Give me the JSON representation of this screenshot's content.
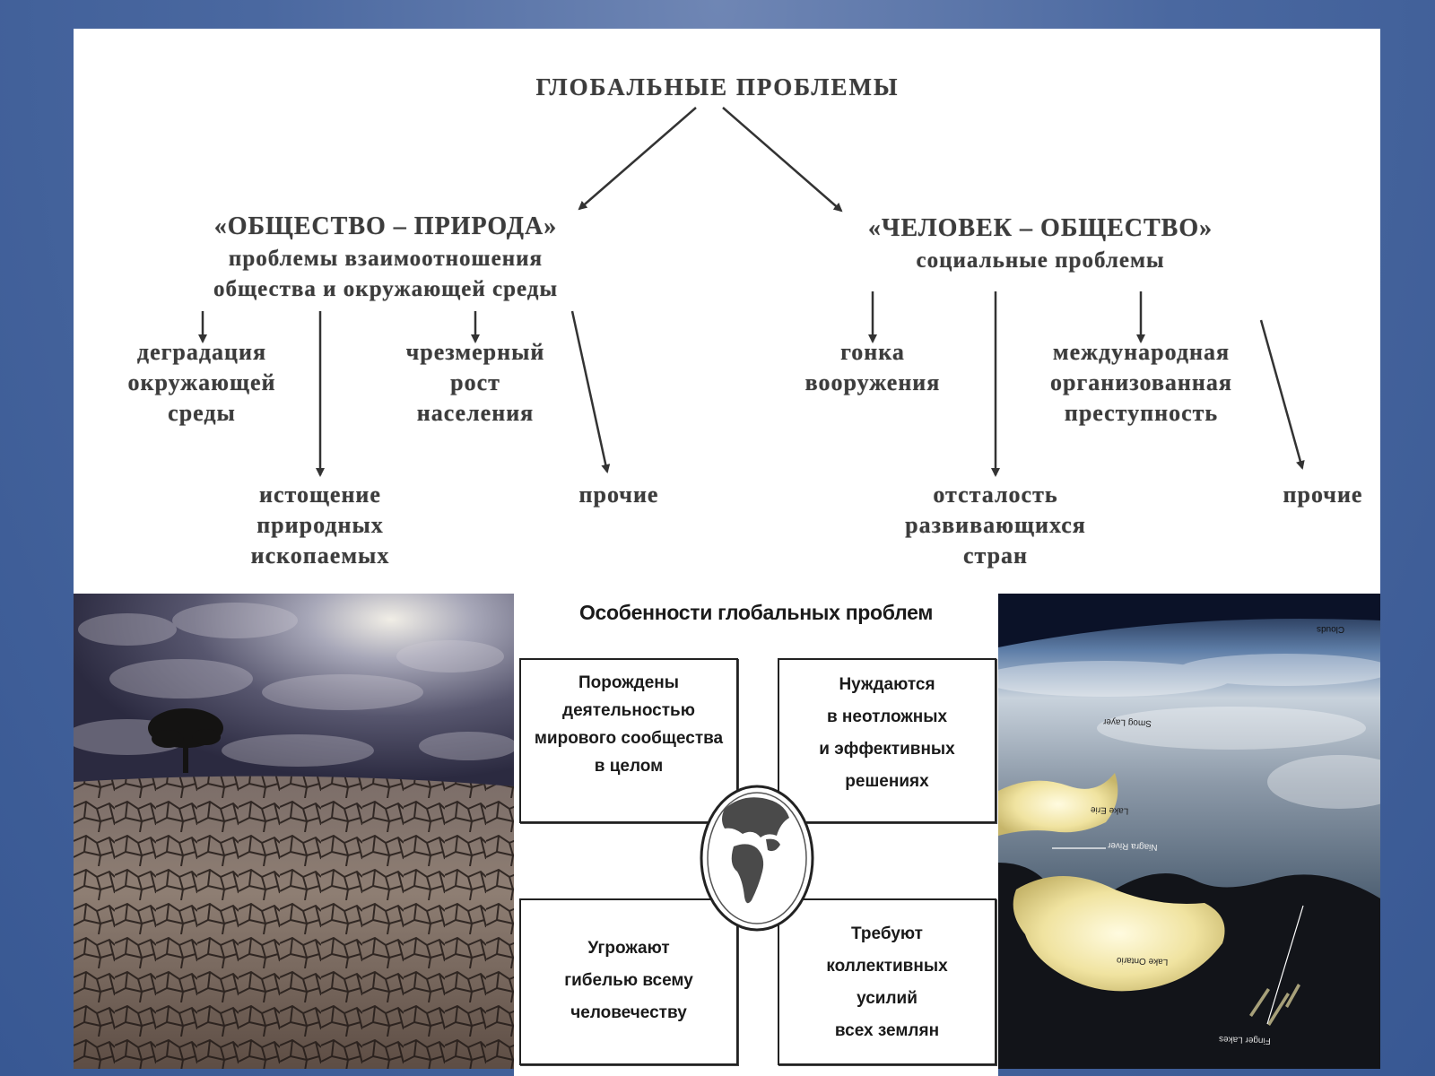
{
  "scheme": {
    "title": "ГЛОБАЛЬНЫЕ ПРОБЛЕМЫ",
    "left_branch": {
      "heading": "«ОБЩЕСТВО – ПРИРОДА»",
      "subtitle_line1": "проблемы взаимоотношения",
      "subtitle_line2": "общества и окружающей среды",
      "items": [
        "деградация\nокружающей\nсреды",
        "истощение\nприродных\nископаемых",
        "чрезмерный\nрост\nнаселения",
        "прочие"
      ]
    },
    "right_branch": {
      "heading": "«ЧЕЛОВЕК – ОБЩЕСТВО»",
      "subtitle": "социальные проблемы",
      "items": [
        "гонка\nвооружения",
        "отсталость\nразвивающихся\nстран",
        "международная\nорганизованная\nпреступность",
        "прочие"
      ]
    }
  },
  "features": {
    "title": "Особенности глобальных проблем",
    "boxes": [
      "Порождены\nдеятельностью\nмирового сообщества\nв целом",
      "Нуждаются\nв неотложных\nи эффективных\nрешениях",
      "Угрожают\nгибелью всему\nчеловечеству",
      "Требуют\nколлективных\nусилий\nвсех землян"
    ]
  },
  "satellite_labels": {
    "clouds": "Clouds",
    "smog": "Smog Layer",
    "erie": "Lake Erie",
    "niagara": "Niagra River",
    "ontario": "Lake Ontario",
    "finger": "Finger Lakes"
  },
  "colors": {
    "background": "#4a68a0",
    "scheme_text": "#3c3c3c"
  }
}
